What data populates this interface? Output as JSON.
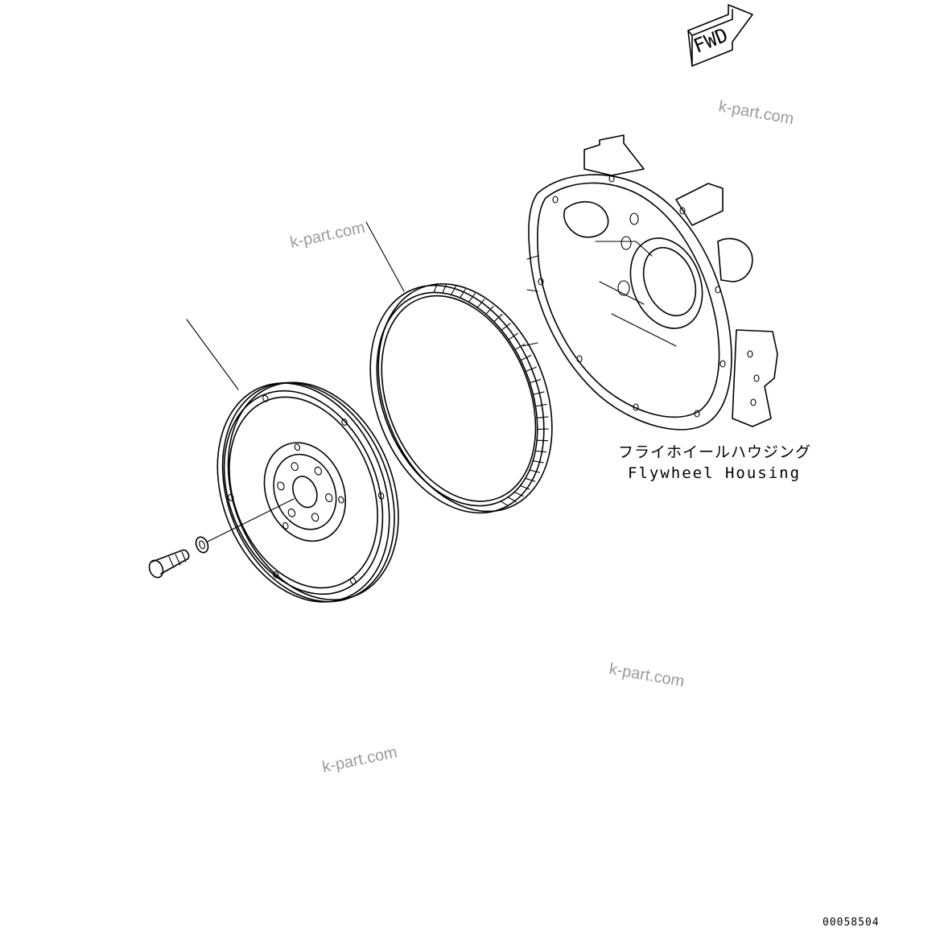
{
  "fwd_indicator": {
    "text": "FWD"
  },
  "callouts": {
    "housing_label_jp": "フライホイールハウジング",
    "housing_label_en": "Flywheel Housing"
  },
  "watermarks": [
    "k-part.com",
    "k-part.com",
    "k-part.com",
    "k-part.com"
  ],
  "document_number": "00058504",
  "parts": [
    "flywheel",
    "ring-gear",
    "bolt",
    "washer",
    "flywheel-housing"
  ]
}
